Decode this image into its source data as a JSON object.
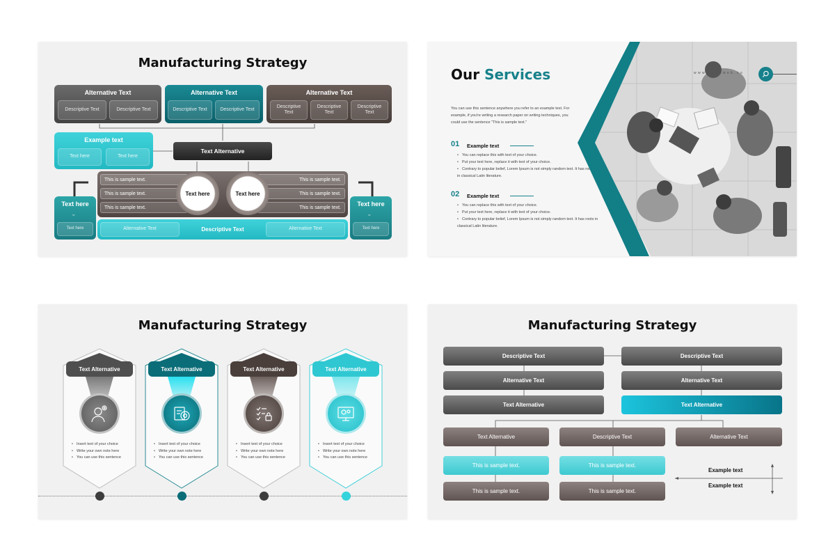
{
  "slide1": {
    "title": "Manufacturing Strategy",
    "groups": [
      {
        "header": "Alternative Text",
        "items": [
          "Descriptive Text",
          "Descriptive Text"
        ]
      },
      {
        "header": "Alternative Text",
        "items": [
          "Descriptive Text",
          "Descriptive Text"
        ]
      },
      {
        "header": "Alternative Text",
        "items": [
          "Descriptive Text",
          "Descriptive Text",
          "Descriptive Text"
        ]
      }
    ],
    "example": {
      "header": "Example text",
      "items": [
        "Text here",
        "Text here"
      ]
    },
    "center_box": "Text Alternative",
    "sample_left": [
      "This is sample text.",
      "This is sample text.",
      "This is sample text."
    ],
    "sample_right": [
      "This is sample text.",
      "This is sample text.",
      "This is sample text."
    ],
    "circle_left": "Text here",
    "circle_right": "Text here",
    "side_left": {
      "title": "Text here",
      "sub": "Text here"
    },
    "side_right": {
      "title": "Text here",
      "sub": "Text here"
    },
    "bottom_bar": {
      "left": "Alternative Text",
      "center": "Descriptive Text",
      "right": "Alternative Text"
    }
  },
  "slide2": {
    "title_a": "Our",
    "title_b": "Services",
    "intro": "You can use this sentence anywhere you refer to an example text. For example, if you're writing a research paper on writing techniques, you could use the sentence \"This is sample text.\"",
    "website": "w w w . s o n s w e b . c o",
    "items": [
      {
        "num": "01",
        "title": "Example text",
        "bullets": [
          "You can replace this with text of your choice.",
          "Put your text here, replace it with text of your choice.",
          "Contrary to popular belief, Lorem Ipsum is not simply random text. It has roots in classical Latin literature."
        ]
      },
      {
        "num": "02",
        "title": "Example text",
        "bullets": [
          "You can replace this with text of your choice.",
          "Put your text here, replace it with text of your choice.",
          "Contrary to popular belief, Lorem Ipsum is not simply random text. It has roots in classical Latin literature."
        ]
      }
    ]
  },
  "slide3": {
    "title": "Manufacturing Strategy",
    "cards": [
      {
        "header": "Text Alternative",
        "icon": "person-gears-icon",
        "color": "#4f4f4f",
        "bullets": [
          "Insert text of your choice",
          "Write your own note here",
          "You can use this sentence"
        ]
      },
      {
        "header": "Text Alternative",
        "icon": "target-chart-icon",
        "color": "#0b6d78",
        "bullets": [
          "Insert text of your choice",
          "Write your own note here",
          "You can use this sentence"
        ]
      },
      {
        "header": "Text Alternative",
        "icon": "checklist-lock-icon",
        "color": "#4a3f3b",
        "bullets": [
          "Insert text of your choice",
          "Write your own note here",
          "You can use this sentence"
        ]
      },
      {
        "header": "Text Alternative",
        "icon": "monitor-gears-icon",
        "color": "#2fc8d2",
        "bullets": [
          "Insert text of your choice",
          "Write your own note here",
          "You can use this sentence"
        ]
      }
    ]
  },
  "slide4": {
    "title": "Manufacturing Strategy",
    "left_col": [
      "Descriptive Text",
      "Alternative Text",
      "Text Alternative"
    ],
    "right_col": [
      "Descriptive Text",
      "Alternative Text",
      "Text Alternative"
    ],
    "mid_row": [
      "Text Alternative",
      "Descriptive Text",
      "Alternative Text"
    ],
    "cyan_row": [
      "This is sample text.",
      "This is sample text."
    ],
    "bottom_row": [
      "This is sample text.",
      "This is sample text."
    ],
    "example_1": "Example text",
    "example_2": "Example text"
  }
}
